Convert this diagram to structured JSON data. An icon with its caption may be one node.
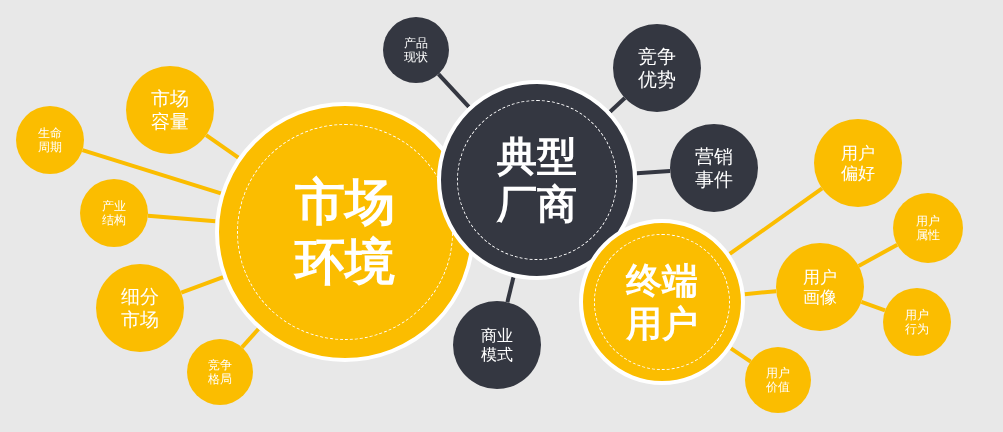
{
  "diagram": {
    "nodes": [
      {
        "text": [
          "市场环境"
        ]
      },
      {
        "text": [
          "市场容量"
        ]
      },
      {
        "text": [
          "生命周期"
        ]
      },
      {
        "text": [
          "产业结构"
        ]
      },
      {
        "text": [
          "细分市场"
        ]
      },
      {
        "text": [
          "竞争格局"
        ]
      },
      {
        "text": [
          "典型厂商"
        ]
      },
      {
        "text": [
          "产品现状"
        ]
      },
      {
        "text": [
          "竞争优势"
        ]
      },
      {
        "text": [
          "营销事件"
        ]
      },
      {
        "text": [
          "商业模式"
        ]
      },
      {
        "text": [
          "终端用户"
        ]
      },
      {
        "text": [
          "用户偏好"
        ]
      },
      {
        "text": [
          "用户画像"
        ]
      },
      {
        "text": [
          "用户属性"
        ]
      },
      {
        "text": [
          "用户行为"
        ]
      },
      {
        "text": [
          "用户价值"
        ]
      }
    ],
    "edges": [
      {
        "from": 1,
        "to": 0,
        "arrow": "none"
      },
      {
        "from": 2,
        "to": 0,
        "arrow": "none"
      },
      {
        "from": 3,
        "to": 0,
        "arrow": "none"
      },
      {
        "from": 4,
        "to": 0,
        "arrow": "none"
      },
      {
        "from": 5,
        "to": 0,
        "arrow": "none"
      },
      {
        "from": 6,
        "to": 7,
        "arrow": "none",
        "color": "#343741"
      },
      {
        "from": 6,
        "to": 8,
        "arrow": "none",
        "color": "#343741"
      },
      {
        "from": 6,
        "to": 9,
        "arrow": "none",
        "color": "#343741"
      },
      {
        "from": 6,
        "to": 10,
        "arrow": "none",
        "color": "#343741"
      },
      {
        "from": 11,
        "to": 12,
        "arrow": "none"
      },
      {
        "from": 11,
        "to": 13,
        "arrow": "none"
      },
      {
        "from": 11,
        "to": 16,
        "arrow": "none"
      },
      {
        "from": 13,
        "to": 14,
        "arrow": "none"
      },
      {
        "from": 13,
        "to": 15,
        "arrow": "none"
      }
    ]
  }
}
